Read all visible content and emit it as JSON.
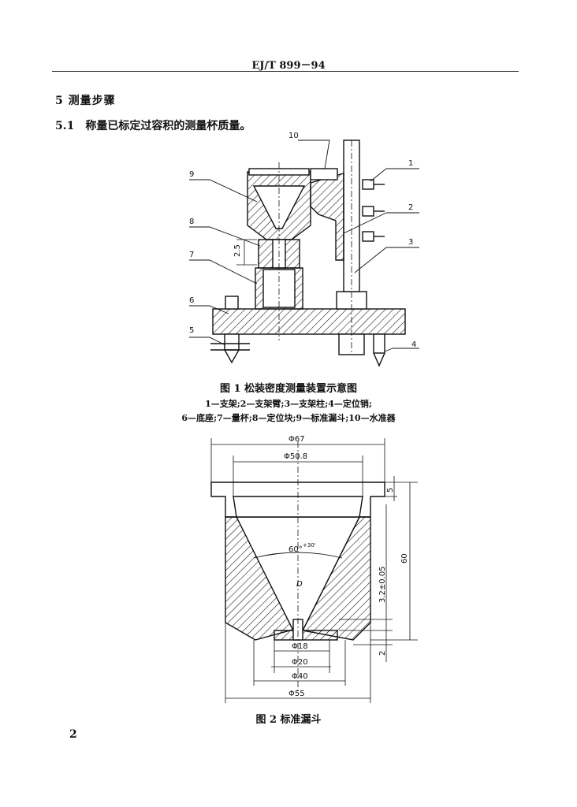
{
  "header": {
    "code": "EJ/T 899－94"
  },
  "section": {
    "title": "5  测量步骤"
  },
  "steps": [
    {
      "num": "5.1",
      "text": "称量已标定过容积的测量杯质量。"
    }
  ],
  "figure1": {
    "caption": "图 1   松装密度测量装置示意图",
    "legend_line1": "1—支架;2—支架臂;3—支架柱;4—定位销;",
    "legend_line2": "6—底座;7—量杯;8—定位块;9—标准漏斗;10—水准器",
    "callouts": [
      "1",
      "2",
      "3",
      "4",
      "5",
      "6",
      "7",
      "8",
      "9",
      "10"
    ],
    "dim_label": "2.5"
  },
  "figure2": {
    "caption": "图 2   标准漏斗",
    "dims": {
      "d67": "Φ67",
      "d50": "Φ50.8",
      "angle": "60°",
      "angle_tol": "+30'",
      "D": "D",
      "d18": "Φ18",
      "d20": "Φ20",
      "d40": "Φ40",
      "d55": "Φ55",
      "h5": "5",
      "h60": "60",
      "h32": "3.2±0.05",
      "h2": "2"
    }
  },
  "page": {
    "number": "2"
  }
}
